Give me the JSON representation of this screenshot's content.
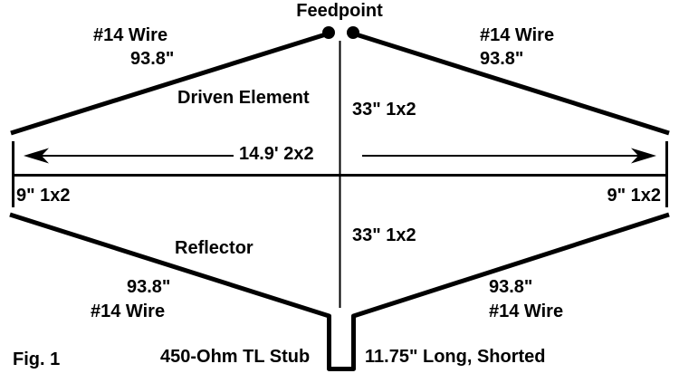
{
  "diagram": {
    "feedpoint": {
      "label": "Feedpoint"
    },
    "driven": {
      "label": "Driven Element",
      "left": {
        "gauge": "#14 Wire",
        "length": "93.8\""
      },
      "right": {
        "gauge": "#14 Wire",
        "length": "93.8\""
      }
    },
    "reflector": {
      "label": "Reflector",
      "left": {
        "length": "93.8\"",
        "gauge": "#14 Wire"
      },
      "right": {
        "length": "93.8\"",
        "gauge": "#14 Wire"
      }
    },
    "boom": {
      "dimension": "14.9' 2x2"
    },
    "vertical_supports": {
      "top": "33\" 1x2",
      "bottom": "33\" 1x2"
    },
    "end_spreaders": {
      "left": "9\" 1x2",
      "right": "9\" 1x2"
    },
    "stub": {
      "name": "450-Ohm TL Stub",
      "spec": "11.75\" Long, Shorted"
    },
    "caption": "Fig. 1",
    "colors": {
      "ink": "#000000",
      "background": "#ffffff"
    }
  }
}
